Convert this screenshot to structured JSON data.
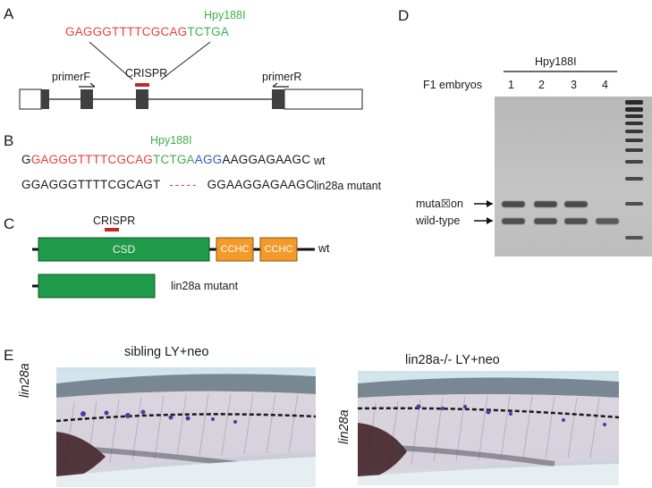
{
  "panels": {
    "a": "A",
    "b": "B",
    "c": "C",
    "d": "D",
    "e": "E"
  },
  "panel_a": {
    "site_red": "GAGGGTTTTCGCAG",
    "site_green": "TCTGA",
    "enzyme": "Hpy188I",
    "primer_f": "primerF",
    "primer_r": "primerR",
    "crispr": "CRISPR"
  },
  "panel_b": {
    "enzyme": "Hpy188I",
    "wt_seq": {
      "black1": "G",
      "red": "GAGGGTTTTCGCAG",
      "green": "TCTGA",
      "blue": "AGG",
      "black2": "AAGGAGAAGC"
    },
    "wt_label": "wt",
    "mut_seq_left": "GGAGGGTTTTCGCAGT",
    "mut_dash": "-----",
    "mut_seq_right": "GGAAGGAGAAGC",
    "mut_label": "lin28a mutant"
  },
  "panel_c": {
    "crispr": "CRISPR",
    "csd": "CSD",
    "cchc1": "CCHC",
    "cchc2": "CCHC",
    "wt_label": "wt",
    "mut_label": "lin28a mutant"
  },
  "panel_d": {
    "enzyme": "Hpy188I",
    "row_label": "F1 embryos",
    "lanes": [
      "1",
      "2",
      "3",
      "4"
    ],
    "mutation_label": "muta☒on",
    "wildtype_label": "wild-type"
  },
  "panel_e": {
    "left_title": "sibling LY+neo",
    "right_title": "lin28a-/-  LY+neo",
    "left_gene": "lin28a",
    "right_gene": "lin28a"
  },
  "colors": {
    "red_seq": "#e8403a",
    "green_seq": "#3fae49",
    "blue_seq": "#2f56c6",
    "crispr_bar": "#c0282d",
    "csd_green": "#1f9a4a",
    "cchc_orange": "#f39a2b",
    "exon_dark": "#404040",
    "gel_bg": "#bcbcbc"
  }
}
